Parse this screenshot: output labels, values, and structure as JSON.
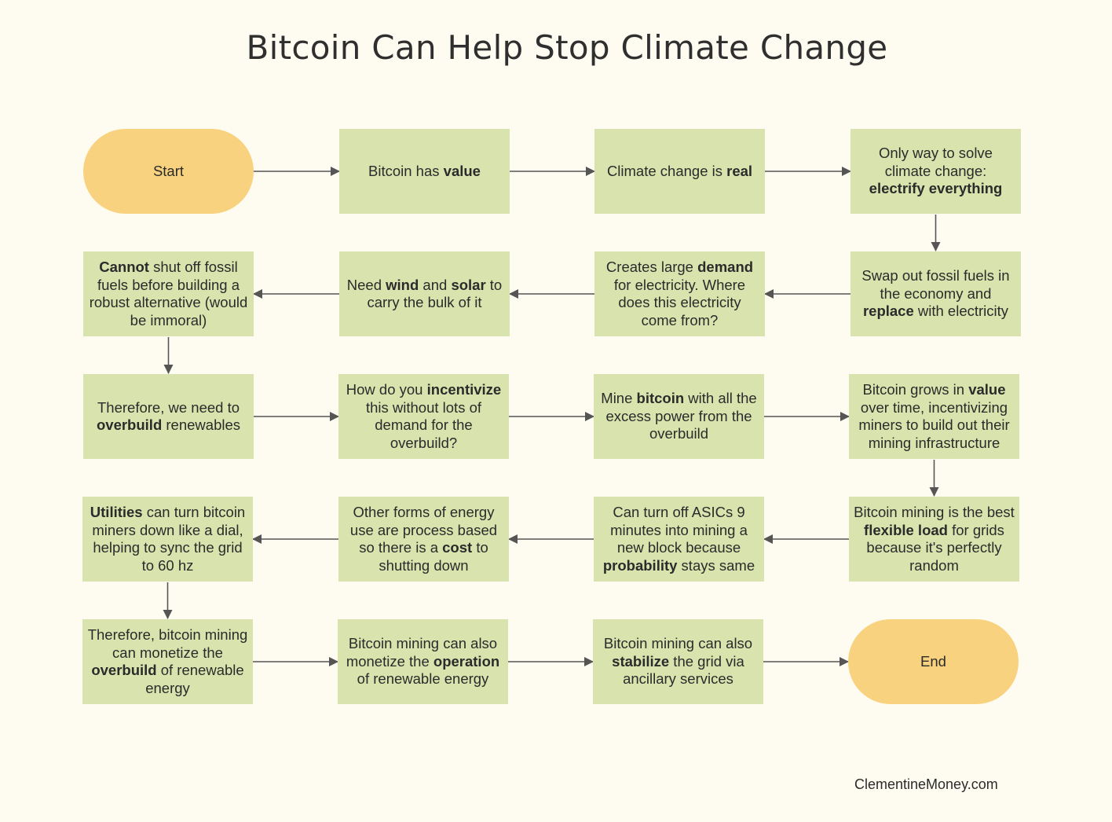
{
  "title": "Bitcoin Can Help Stop Climate Change",
  "footer": "ClementineMoney.com",
  "colors": {
    "background": "#fefcf0",
    "process_box": "#d9e3ae",
    "terminal": "#f8d27e",
    "arrow": "#555555"
  },
  "nodes": [
    {
      "id": "n1",
      "kind": "terminal",
      "parts": [
        {
          "t": "Start"
        }
      ]
    },
    {
      "id": "n2",
      "kind": "process",
      "parts": [
        {
          "t": "Bitcoin has "
        },
        {
          "t": "value",
          "b": true
        }
      ]
    },
    {
      "id": "n3",
      "kind": "process",
      "parts": [
        {
          "t": "Climate change is "
        },
        {
          "t": "real",
          "b": true
        }
      ]
    },
    {
      "id": "n4",
      "kind": "process",
      "parts": [
        {
          "t": "Only way to solve climate change: "
        },
        {
          "t": "electrify everything",
          "b": true
        }
      ]
    },
    {
      "id": "n5",
      "kind": "process",
      "parts": [
        {
          "t": "Swap out fossil fuels in the economy and "
        },
        {
          "t": "replace",
          "b": true
        },
        {
          "t": " with electricity"
        }
      ]
    },
    {
      "id": "n6",
      "kind": "process",
      "parts": [
        {
          "t": "Creates large "
        },
        {
          "t": "demand",
          "b": true
        },
        {
          "t": " for electricity. Where does this electricity come from?"
        }
      ]
    },
    {
      "id": "n7",
      "kind": "process",
      "parts": [
        {
          "t": "Need "
        },
        {
          "t": "wind",
          "b": true
        },
        {
          "t": " and "
        },
        {
          "t": "solar",
          "b": true
        },
        {
          "t": " to carry the bulk of it"
        }
      ]
    },
    {
      "id": "n8",
      "kind": "process",
      "parts": [
        {
          "t": "Cannot",
          "b": true
        },
        {
          "t": " shut off fossil fuels before building a robust alternative (would be immoral)"
        }
      ]
    },
    {
      "id": "n9",
      "kind": "process",
      "parts": [
        {
          "t": "Therefore, we need to "
        },
        {
          "t": "overbuild",
          "b": true
        },
        {
          "t": " renewables"
        }
      ]
    },
    {
      "id": "n10",
      "kind": "process",
      "parts": [
        {
          "t": "How do you "
        },
        {
          "t": "incentivize",
          "b": true
        },
        {
          "t": " this without lots of demand for the overbuild?"
        }
      ]
    },
    {
      "id": "n11",
      "kind": "process",
      "parts": [
        {
          "t": "Mine "
        },
        {
          "t": "bitcoin",
          "b": true
        },
        {
          "t": " with all the excess power from the overbuild"
        }
      ]
    },
    {
      "id": "n12",
      "kind": "process",
      "parts": [
        {
          "t": "Bitcoin grows in "
        },
        {
          "t": "value",
          "b": true
        },
        {
          "t": " over time, incentivizing miners to build out their mining infrastructure"
        }
      ]
    },
    {
      "id": "n13",
      "kind": "process",
      "parts": [
        {
          "t": "Bitcoin mining is the best "
        },
        {
          "t": "flexible load",
          "b": true
        },
        {
          "t": " for grids because it's perfectly random"
        }
      ]
    },
    {
      "id": "n14",
      "kind": "process",
      "parts": [
        {
          "t": "Can turn off ASICs 9 minutes into mining a new block because "
        },
        {
          "t": "probability",
          "b": true
        },
        {
          "t": " stays same"
        }
      ]
    },
    {
      "id": "n15",
      "kind": "process",
      "parts": [
        {
          "t": "Other forms of energy use are process based so there is a "
        },
        {
          "t": "cost",
          "b": true
        },
        {
          "t": " to shutting down"
        }
      ]
    },
    {
      "id": "n16",
      "kind": "process",
      "parts": [
        {
          "t": "Utilities",
          "b": true
        },
        {
          "t": " can turn bitcoin miners down like a dial, helping to sync the grid to 60 hz"
        }
      ]
    },
    {
      "id": "n17",
      "kind": "process",
      "parts": [
        {
          "t": "Therefore, bitcoin mining can monetize the "
        },
        {
          "t": "overbuild",
          "b": true
        },
        {
          "t": " of renewable energy"
        }
      ]
    },
    {
      "id": "n18",
      "kind": "process",
      "parts": [
        {
          "t": "Bitcoin mining can also monetize the "
        },
        {
          "t": "operation",
          "b": true
        },
        {
          "t": " of renewable energy"
        }
      ]
    },
    {
      "id": "n19",
      "kind": "process",
      "parts": [
        {
          "t": "Bitcoin mining can also "
        },
        {
          "t": "stabilize",
          "b": true
        },
        {
          "t": " the grid via ancillary services"
        }
      ]
    },
    {
      "id": "n20",
      "kind": "terminal",
      "parts": [
        {
          "t": "End"
        }
      ]
    }
  ],
  "edges": [
    [
      "n1",
      "n2"
    ],
    [
      "n2",
      "n3"
    ],
    [
      "n3",
      "n4"
    ],
    [
      "n4",
      "n5"
    ],
    [
      "n5",
      "n6"
    ],
    [
      "n6",
      "n7"
    ],
    [
      "n7",
      "n8"
    ],
    [
      "n8",
      "n9"
    ],
    [
      "n9",
      "n10"
    ],
    [
      "n10",
      "n11"
    ],
    [
      "n11",
      "n12"
    ],
    [
      "n12",
      "n13"
    ],
    [
      "n13",
      "n14"
    ],
    [
      "n14",
      "n15"
    ],
    [
      "n15",
      "n16"
    ],
    [
      "n16",
      "n17"
    ],
    [
      "n17",
      "n18"
    ],
    [
      "n18",
      "n19"
    ],
    [
      "n19",
      "n20"
    ]
  ]
}
